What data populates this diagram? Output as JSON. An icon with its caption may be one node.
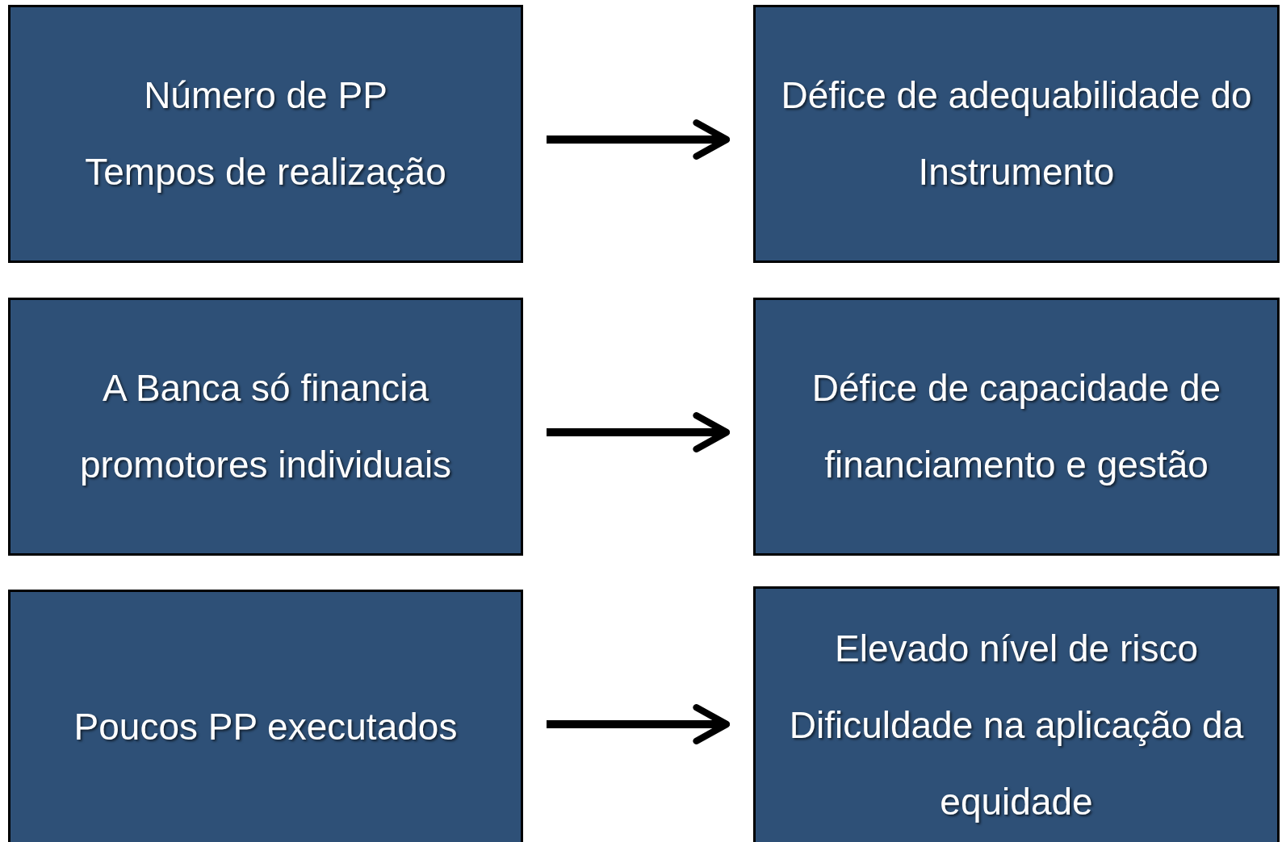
{
  "diagram": {
    "nodes": [
      {
        "text": [
          "Número de PP",
          "Tempos de realização"
        ]
      },
      {
        "text": [
          "Défice de adequabilidade do Instrumento"
        ]
      },
      {
        "text": [
          "A Banca só financia promotores individuais"
        ]
      },
      {
        "text": [
          "Défice de capacidade de financiamento e gestão"
        ]
      },
      {
        "text": [
          "Poucos PP executados"
        ]
      },
      {
        "text": [
          "Elevado nível de risco",
          "Dificuldade na aplicação da equidade"
        ]
      }
    ],
    "edges": [
      {
        "from": 0,
        "to": 1,
        "arrow": "to"
      },
      {
        "from": 2,
        "to": 3,
        "arrow": "to"
      },
      {
        "from": 4,
        "to": 5,
        "arrow": "to"
      }
    ]
  }
}
